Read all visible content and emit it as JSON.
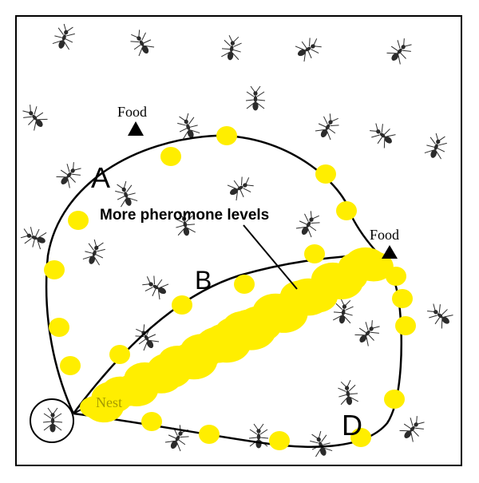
{
  "labels": {
    "food_top": "Food",
    "food_right": "Food",
    "nest": "Nest",
    "path_a": "A",
    "path_b": "B",
    "path_d": "D",
    "annotation": "More pheromone levels"
  },
  "colors": {
    "background": "#ffffff",
    "border": "#000000",
    "path_stroke": "#000000",
    "pheromone": "#ffee00",
    "ant": "#2b2b2b"
  },
  "icons": [
    "ant-icon",
    "food-triangle-icon",
    "nest-circle-icon"
  ]
}
